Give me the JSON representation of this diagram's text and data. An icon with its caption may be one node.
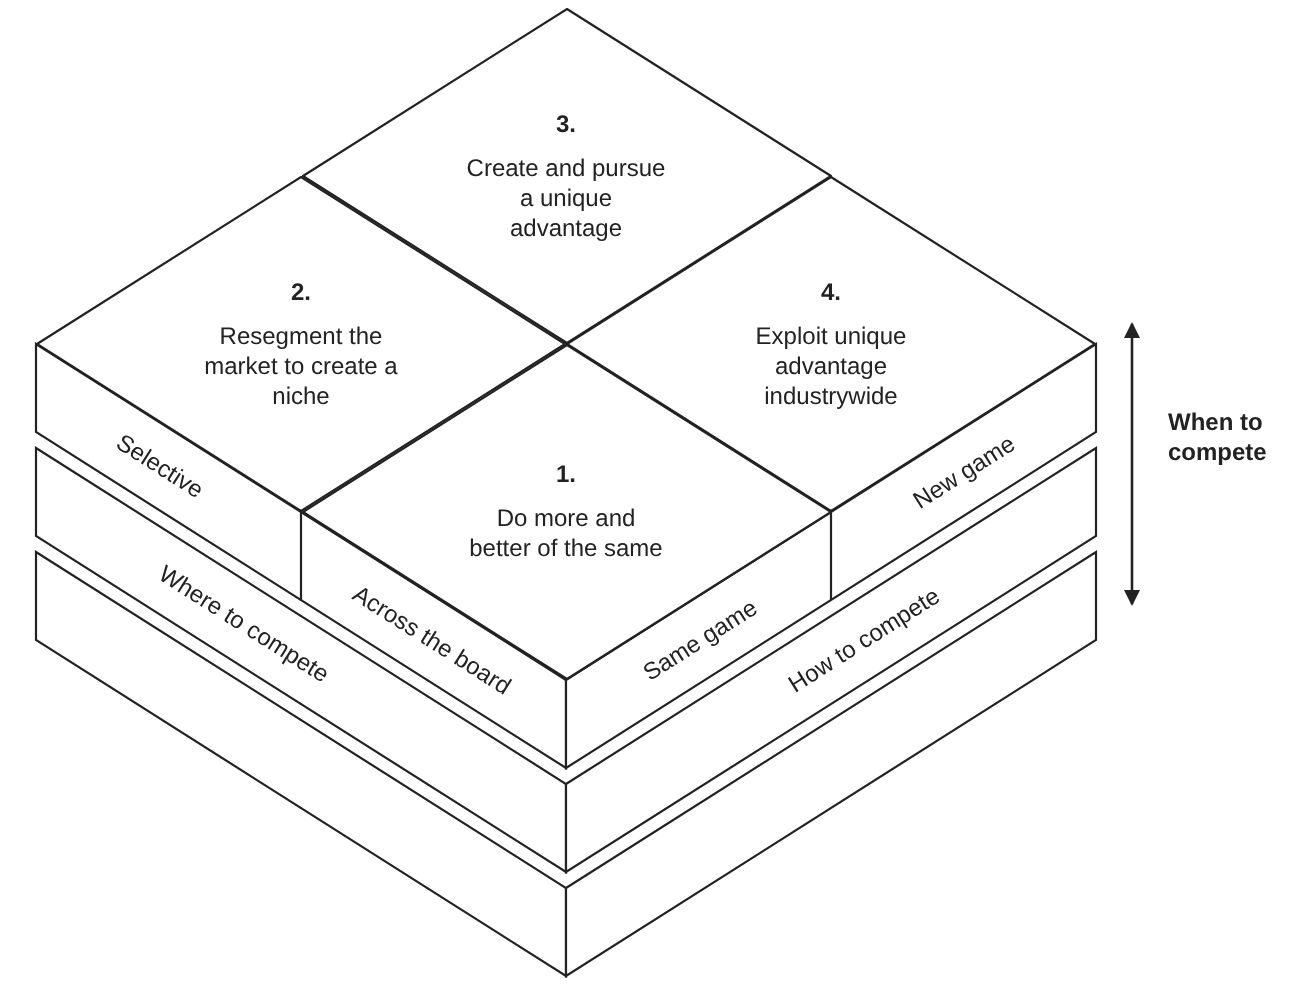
{
  "diagram": {
    "nodes": [
      {
        "text": [
          "3.",
          "Create and pursue a unique advantage"
        ]
      },
      {
        "text": [
          "2.",
          "Resegment the market to create a niche"
        ]
      },
      {
        "text": [
          "4.",
          "Exploit unique advantage industrywide"
        ]
      },
      {
        "text": [
          "1.",
          "Do more and better of the same"
        ]
      }
    ],
    "labels": [
      "Selective",
      "New game",
      "When to compete",
      "Across the board",
      "Same game",
      "Where to compete",
      "How to compete"
    ]
  }
}
